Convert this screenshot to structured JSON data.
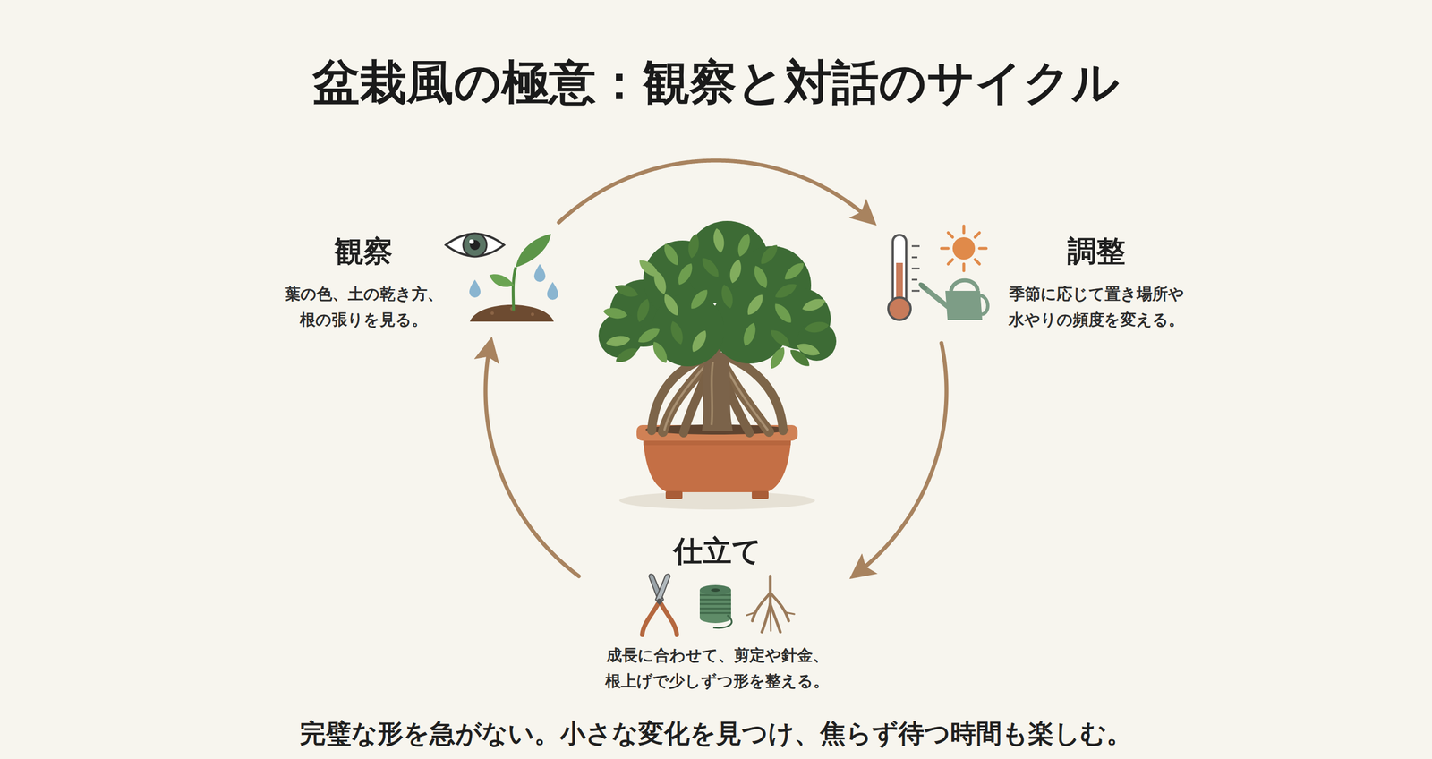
{
  "diagram": {
    "title": "盆栽風の極意：観察と対話のサイクル",
    "caption": "完璧な形を急がない。小さな変化を見つけ、焦らず待つ時間も楽しむ。",
    "nodes": [
      {
        "text": [
          "観察",
          "葉の色、土の乾き方、根の張りを見る。"
        ]
      },
      {
        "text": [
          "調整",
          "季節に応じて置き場所や水やりの頻度を変える。"
        ]
      },
      {
        "text": [
          "仕立て",
          "成長に合わせて、剪定や針金、根上げで少しずつ形を整える。"
        ]
      }
    ],
    "edges": [
      {
        "from": 0,
        "to": 1,
        "arrow": "to"
      },
      {
        "from": 1,
        "to": 2,
        "arrow": "to"
      },
      {
        "from": 2,
        "to": 0,
        "arrow": "to"
      }
    ]
  }
}
